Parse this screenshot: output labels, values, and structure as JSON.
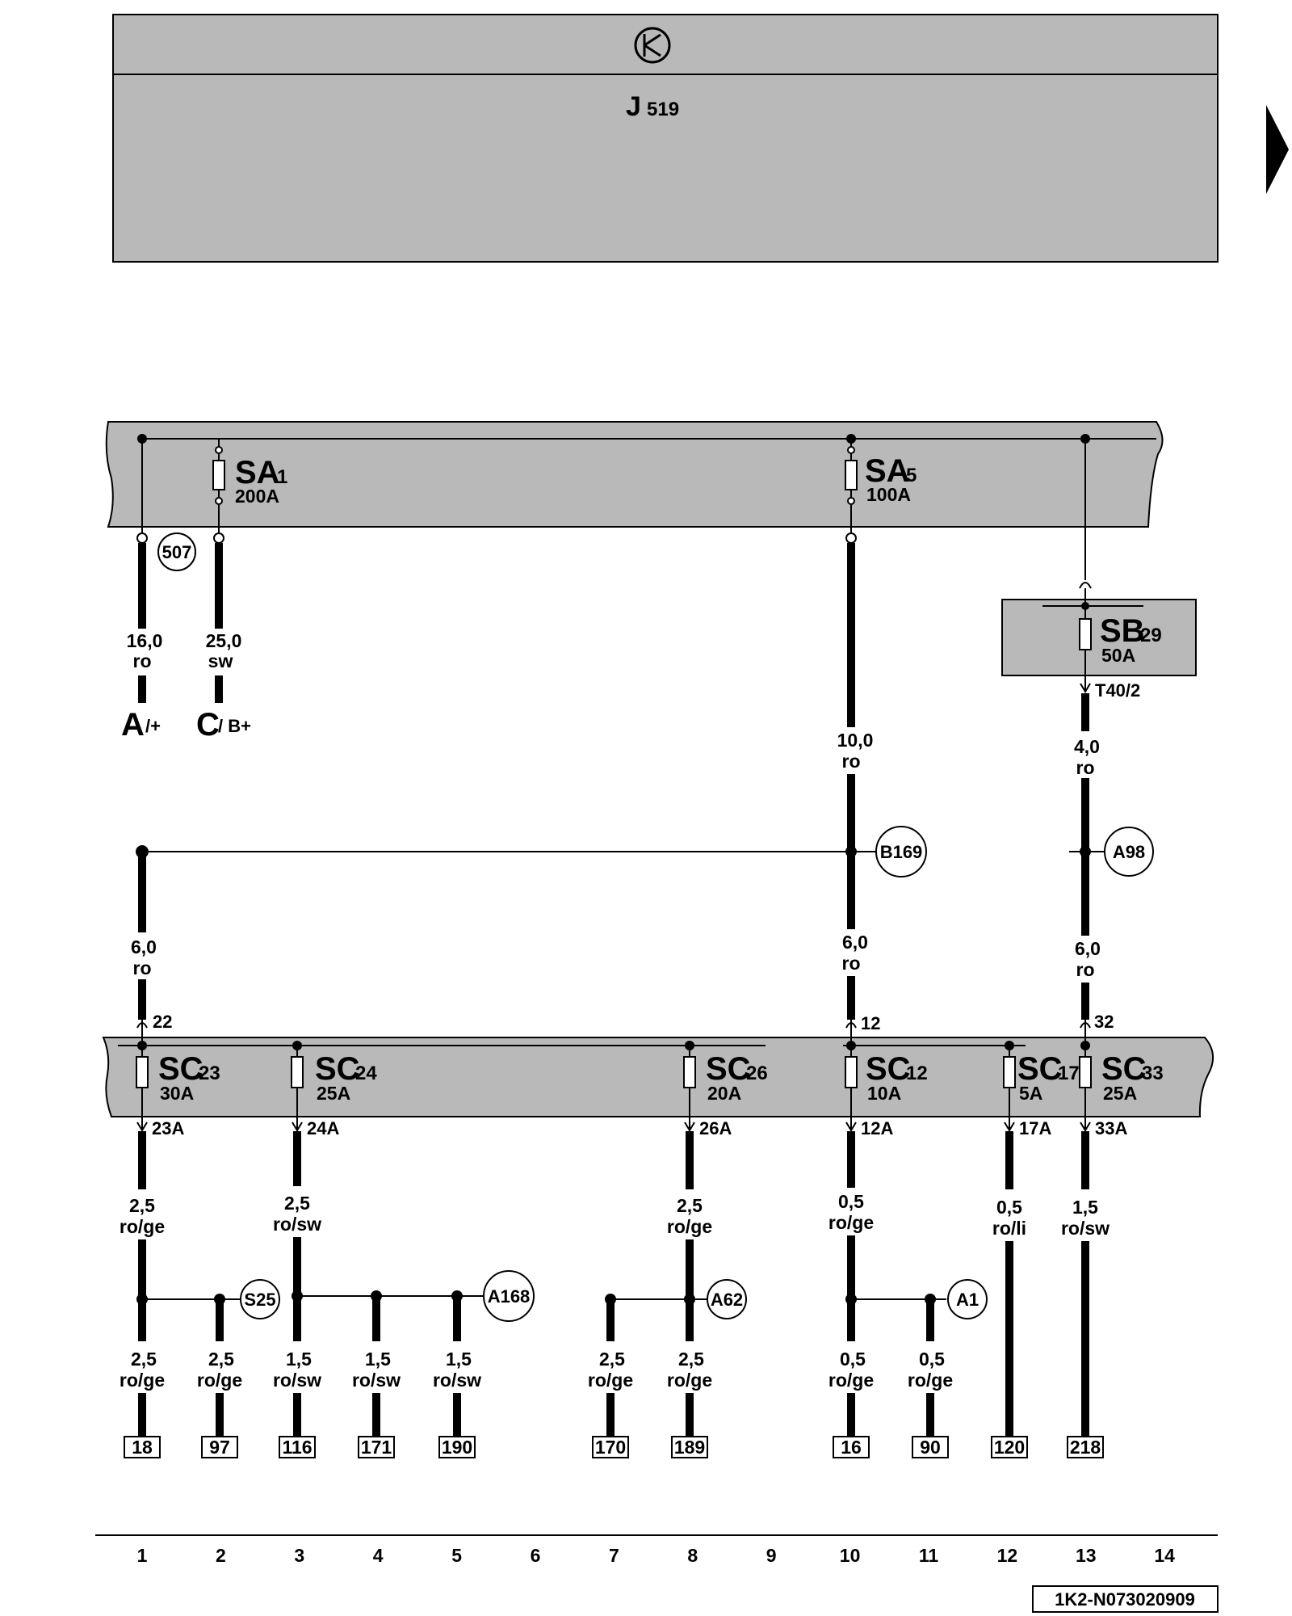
{
  "control_unit": {
    "name": "J",
    "index": "519",
    "symbol": "electronics-symbol-icon",
    "fill_color": "#b9b9b9"
  },
  "fuse_carrier_color": "#b9b9b9",
  "main_fuses": [
    {
      "id": "sa1",
      "name": "SA",
      "index": "1",
      "rating": "200A"
    },
    {
      "id": "sa5",
      "name": "SA",
      "index": "5",
      "rating": "100A"
    }
  ],
  "sb_fuse": {
    "name": "SB",
    "index": "29",
    "rating": "50A",
    "pin": "T40/2"
  },
  "terminals": [
    {
      "main": "A",
      "sub": "/+"
    },
    {
      "main": "C",
      "sub": "/ B+"
    }
  ],
  "connection_points": [
    "507",
    "B169",
    "A98",
    "S25",
    "A168",
    "A62",
    "A1"
  ],
  "sc_fuses": [
    {
      "id": "sc23",
      "name": "SC",
      "index": "23",
      "rating": "30A",
      "pin_out": "23A",
      "pin_in": "22"
    },
    {
      "id": "sc24",
      "name": "SC",
      "index": "24",
      "rating": "25A",
      "pin_out": "24A",
      "pin_in": ""
    },
    {
      "id": "sc26",
      "name": "SC",
      "index": "26",
      "rating": "20A",
      "pin_out": "26A",
      "pin_in": ""
    },
    {
      "id": "sc12",
      "name": "SC",
      "index": "12",
      "rating": "10A",
      "pin_out": "12A",
      "pin_in": "12"
    },
    {
      "id": "sc17",
      "name": "SC",
      "index": "17",
      "rating": "5A",
      "pin_out": "17A",
      "pin_in": ""
    },
    {
      "id": "sc33",
      "name": "SC",
      "index": "33",
      "rating": "25A",
      "pin_out": "33A",
      "pin_in": "32"
    }
  ],
  "wires": [
    {
      "id": "w-a",
      "size": "16,0",
      "color": "ro"
    },
    {
      "id": "w-c",
      "size": "25,0",
      "color": "sw"
    },
    {
      "id": "w-sa5",
      "size": "10,0",
      "color": "ro"
    },
    {
      "id": "w-sb29",
      "size": "4,0",
      "color": "ro"
    },
    {
      "id": "w-col1",
      "size": "6,0",
      "color": "ro"
    },
    {
      "id": "w-col10",
      "size": "6,0",
      "color": "ro"
    },
    {
      "id": "w-col13",
      "size": "6,0",
      "color": "ro"
    },
    {
      "id": "w-sc23",
      "size": "2,5",
      "color": "ro/ge"
    },
    {
      "id": "w-sc24",
      "size": "2,5",
      "color": "ro/sw"
    },
    {
      "id": "w-sc26",
      "size": "2,5",
      "color": "ro/ge"
    },
    {
      "id": "w-sc12",
      "size": "0,5",
      "color": "ro/ge"
    },
    {
      "id": "w-sc17",
      "size": "0,5",
      "color": "ro/li"
    },
    {
      "id": "w-sc33",
      "size": "1,5",
      "color": "ro/sw"
    },
    {
      "id": "w-18",
      "size": "2,5",
      "color": "ro/ge"
    },
    {
      "id": "w-97",
      "size": "2,5",
      "color": "ro/ge"
    },
    {
      "id": "w-116",
      "size": "1,5",
      "color": "ro/sw"
    },
    {
      "id": "w-171",
      "size": "1,5",
      "color": "ro/sw"
    },
    {
      "id": "w-190",
      "size": "1,5",
      "color": "ro/sw"
    },
    {
      "id": "w-170",
      "size": "2,5",
      "color": "ro/ge"
    },
    {
      "id": "w-189",
      "size": "2,5",
      "color": "ro/ge"
    },
    {
      "id": "w-16",
      "size": "0,5",
      "color": "ro/ge"
    },
    {
      "id": "w-90",
      "size": "0,5",
      "color": "ro/ge"
    }
  ],
  "continuation_boxes": [
    "18",
    "97",
    "116",
    "171",
    "190",
    "170",
    "189",
    "16",
    "90",
    "120",
    "218"
  ],
  "columns": [
    "1",
    "2",
    "3",
    "4",
    "5",
    "6",
    "7",
    "8",
    "9",
    "10",
    "11",
    "12",
    "13",
    "14"
  ],
  "reference_code": "1K2-N073020909"
}
